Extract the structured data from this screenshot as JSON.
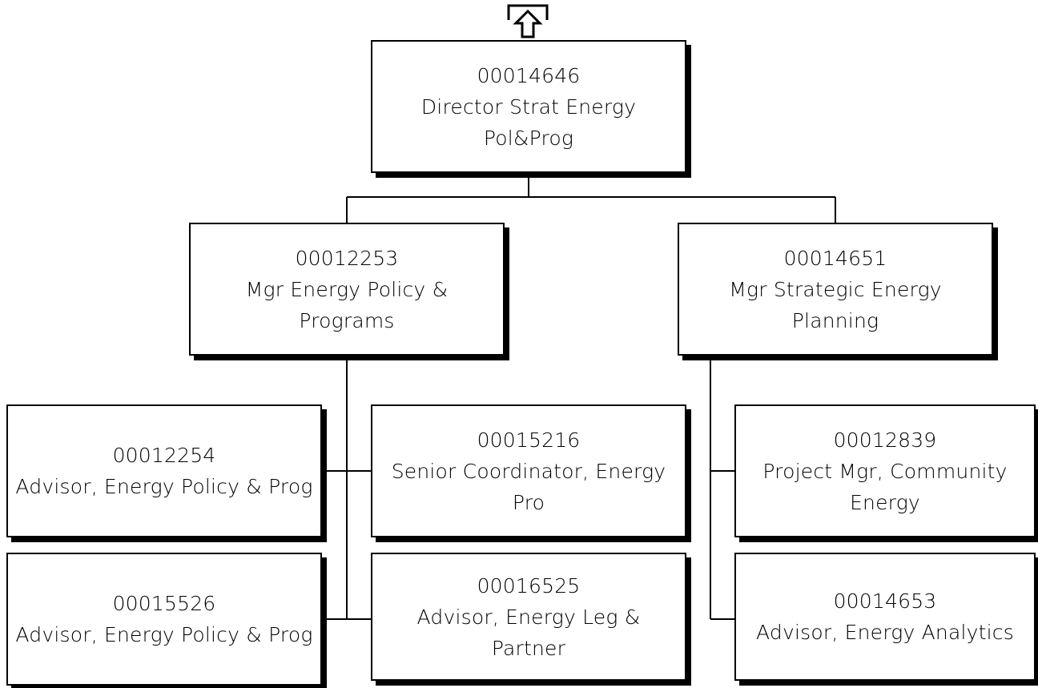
{
  "nodes": {
    "director": {
      "id": "00014646",
      "title_line1": "Director Strat Energy",
      "title_line2": "Pol&Prog"
    },
    "mgr_policy": {
      "id": "00012253",
      "title_line1": "Mgr Energy Policy &",
      "title_line2": "Programs"
    },
    "mgr_strategic": {
      "id": "00014651",
      "title_line1": "Mgr Strategic Energy",
      "title_line2": "Planning"
    },
    "advisor_12254": {
      "id": "00012254",
      "title_line1": "Advisor, Energy Policy & Prog"
    },
    "senior_coord": {
      "id": "00015216",
      "title_line1": "Senior Coordinator, Energy",
      "title_line2": "Pro"
    },
    "advisor_15526": {
      "id": "00015526",
      "title_line1": "Advisor, Energy Policy & Prog"
    },
    "advisor_16525": {
      "id": "00016525",
      "title_line1": "Advisor, Energy Leg &",
      "title_line2": "Partner"
    },
    "project_mgr": {
      "id": "00012839",
      "title_line1": "Project Mgr, Community",
      "title_line2": "Energy"
    },
    "advisor_14653": {
      "id": "00014653",
      "title_line1": "Advisor, Energy Analytics"
    }
  },
  "icons": {
    "navigate_up": "up-arrow-icon"
  },
  "colors": {
    "line": "#000000",
    "box_fill": "#ffffff",
    "shadow": "#000000"
  }
}
